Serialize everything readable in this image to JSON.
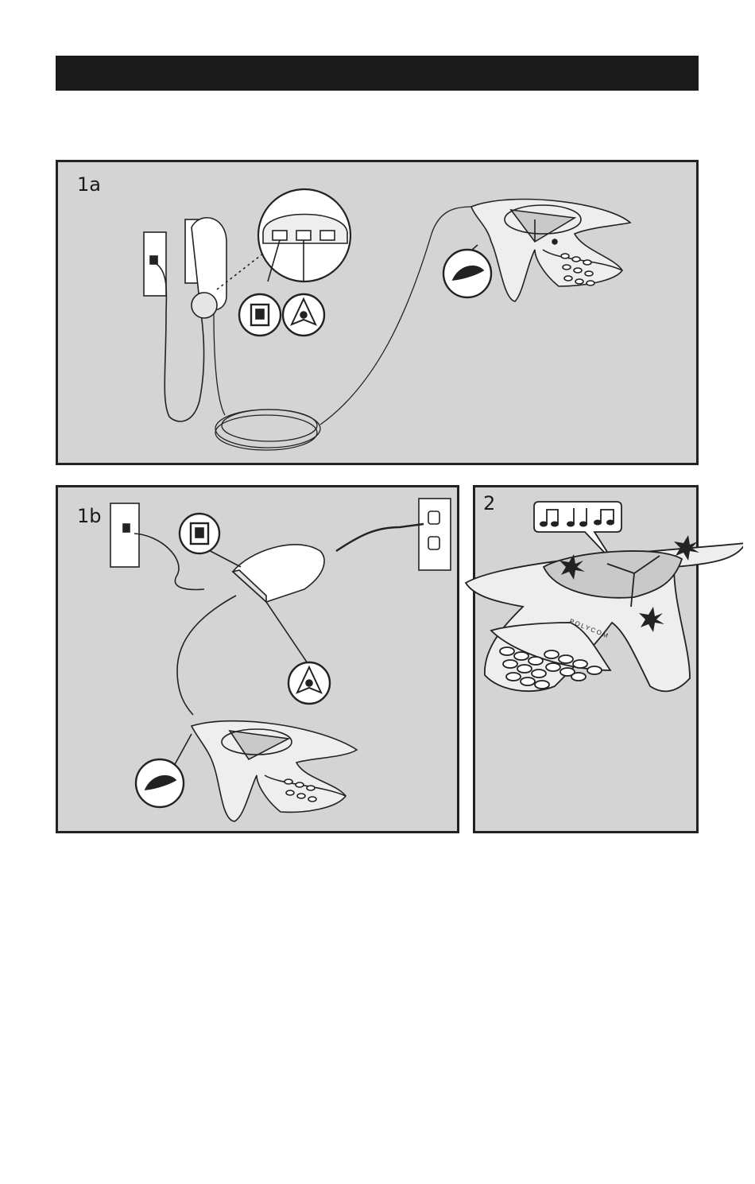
{
  "header": {
    "title": ""
  },
  "panels": {
    "p1a": {
      "label": "1a"
    },
    "p1b": {
      "label": "1b"
    },
    "p2": {
      "label": "2",
      "brand": "POLYCOM"
    }
  },
  "colors": {
    "panel_bg": "#d4d4d4",
    "ink": "#222222",
    "phone_body": "#eeeeee",
    "display": "#c9c9c9"
  },
  "icons": [
    "phone-line-jack-icon",
    "conference-phone-icon",
    "handset-icon",
    "music-notes-icon",
    "light-burst-icon"
  ]
}
